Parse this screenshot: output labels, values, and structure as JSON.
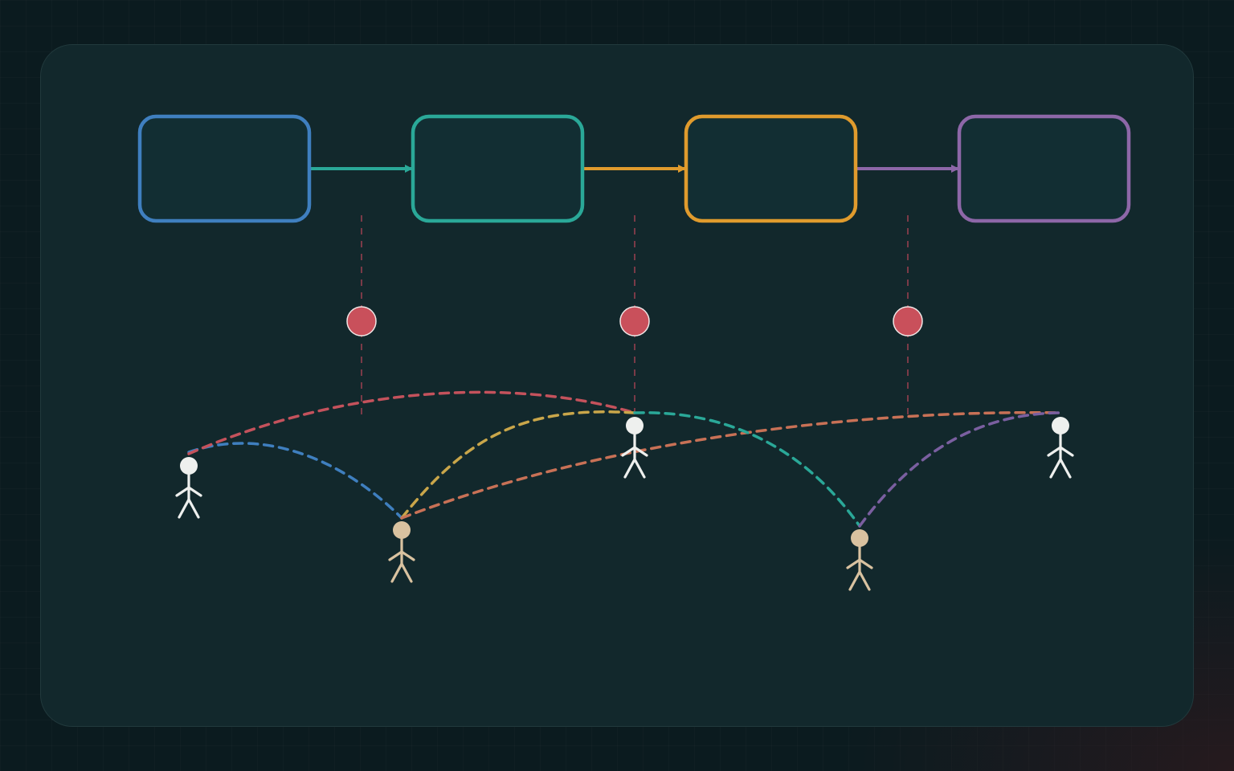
{
  "colors": {
    "background": "#0b1b1f",
    "panel": "#12282c",
    "stage_fill": "#122e33",
    "stage_borders": [
      "#3f7fbf",
      "#2aa898",
      "#e09b2d",
      "#8d67a8"
    ],
    "handoff_marker": "#c9505b",
    "handoff_marker_stroke": "#f0e6e6",
    "handoff_line": "#7a3a47",
    "person_light": "#eef0ee",
    "person_tan": "#d9c2a0",
    "link_colors": {
      "blue": "#3f7fbf",
      "red": "#c4525c",
      "gold": "#c9a64a",
      "orange": "#c87156",
      "teal": "#2aa898",
      "purple": "#7a5fa0"
    }
  },
  "stages": [
    {
      "id": "stage-1",
      "label": "",
      "border": "blue"
    },
    {
      "id": "stage-2",
      "label": "",
      "border": "teal"
    },
    {
      "id": "stage-3",
      "label": "",
      "border": "orange"
    },
    {
      "id": "stage-4",
      "label": "",
      "border": "purple"
    }
  ],
  "stage_flow": [
    {
      "from": "stage-1",
      "to": "stage-2",
      "color": "teal"
    },
    {
      "from": "stage-2",
      "to": "stage-3",
      "color": "orange"
    },
    {
      "from": "stage-3",
      "to": "stage-4",
      "color": "purple"
    }
  ],
  "handoffs": [
    {
      "between": [
        "stage-1",
        "stage-2"
      ]
    },
    {
      "between": [
        "stage-2",
        "stage-3"
      ]
    },
    {
      "between": [
        "stage-3",
        "stage-4"
      ]
    }
  ],
  "people": [
    {
      "id": "person-a",
      "tone": "light"
    },
    {
      "id": "person-b",
      "tone": "tan"
    },
    {
      "id": "person-c",
      "tone": "light"
    },
    {
      "id": "person-d",
      "tone": "tan"
    },
    {
      "id": "person-e",
      "tone": "light"
    }
  ],
  "connections": [
    {
      "from": "person-a",
      "to": "person-b",
      "color": "blue"
    },
    {
      "from": "person-a",
      "to": "person-c",
      "color": "red"
    },
    {
      "from": "person-b",
      "to": "person-c",
      "color": "gold"
    },
    {
      "from": "person-b",
      "to": "person-e",
      "color": "orange"
    },
    {
      "from": "person-c",
      "to": "person-d",
      "color": "teal"
    },
    {
      "from": "person-d",
      "to": "person-e",
      "color": "purple"
    }
  ]
}
